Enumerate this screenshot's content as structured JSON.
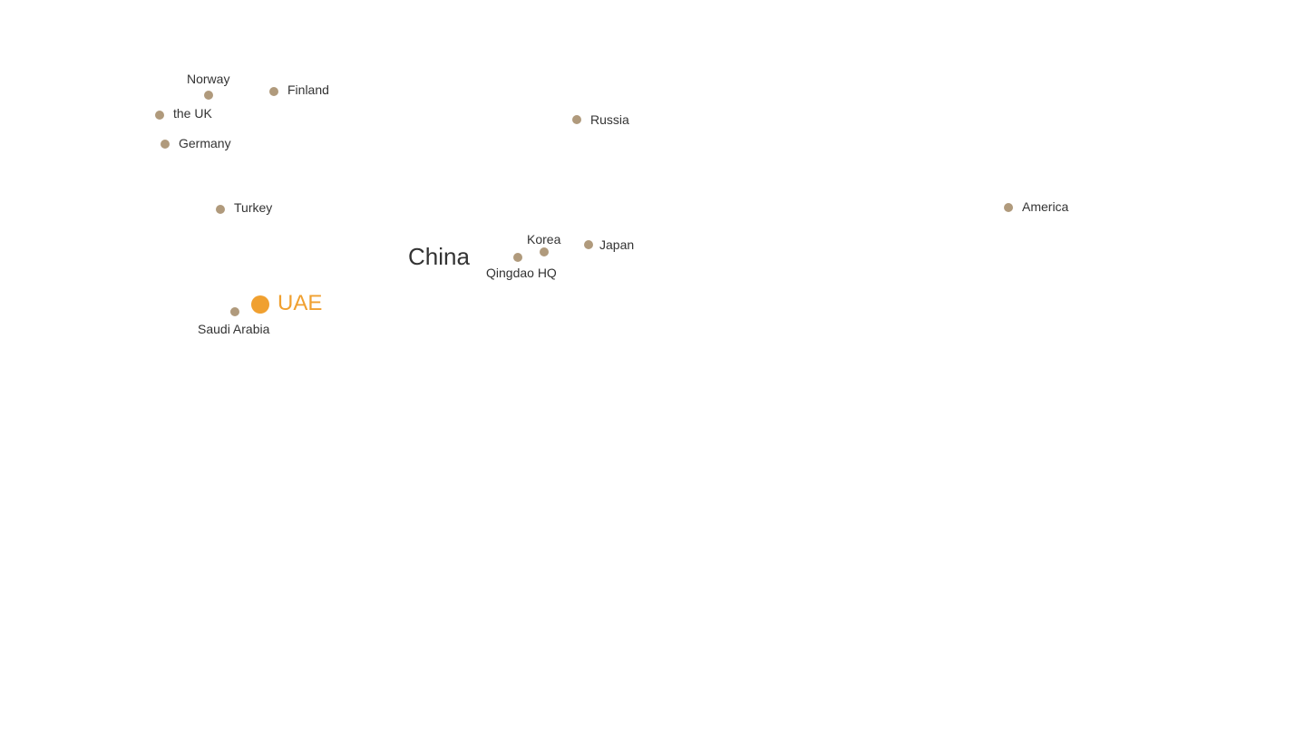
{
  "colors": {
    "marker": "#b09a7c",
    "label": "#333333",
    "highlight": "#f0a030"
  },
  "map": {
    "country_label": "China",
    "highlight": {
      "name": "UAE",
      "icon": "highlight-location-dot"
    },
    "locations": [
      {
        "id": "norway",
        "name": "Norway"
      },
      {
        "id": "finland",
        "name": "Finland"
      },
      {
        "id": "the-uk",
        "name": "the UK"
      },
      {
        "id": "germany",
        "name": "Germany"
      },
      {
        "id": "russia",
        "name": "Russia"
      },
      {
        "id": "turkey",
        "name": "Turkey"
      },
      {
        "id": "america",
        "name": "America"
      },
      {
        "id": "korea",
        "name": "Korea"
      },
      {
        "id": "qingdao-hq",
        "name": "Qingdao HQ"
      },
      {
        "id": "japan",
        "name": "Japan"
      },
      {
        "id": "saudi-arabia",
        "name": "Saudi Arabia"
      }
    ]
  }
}
